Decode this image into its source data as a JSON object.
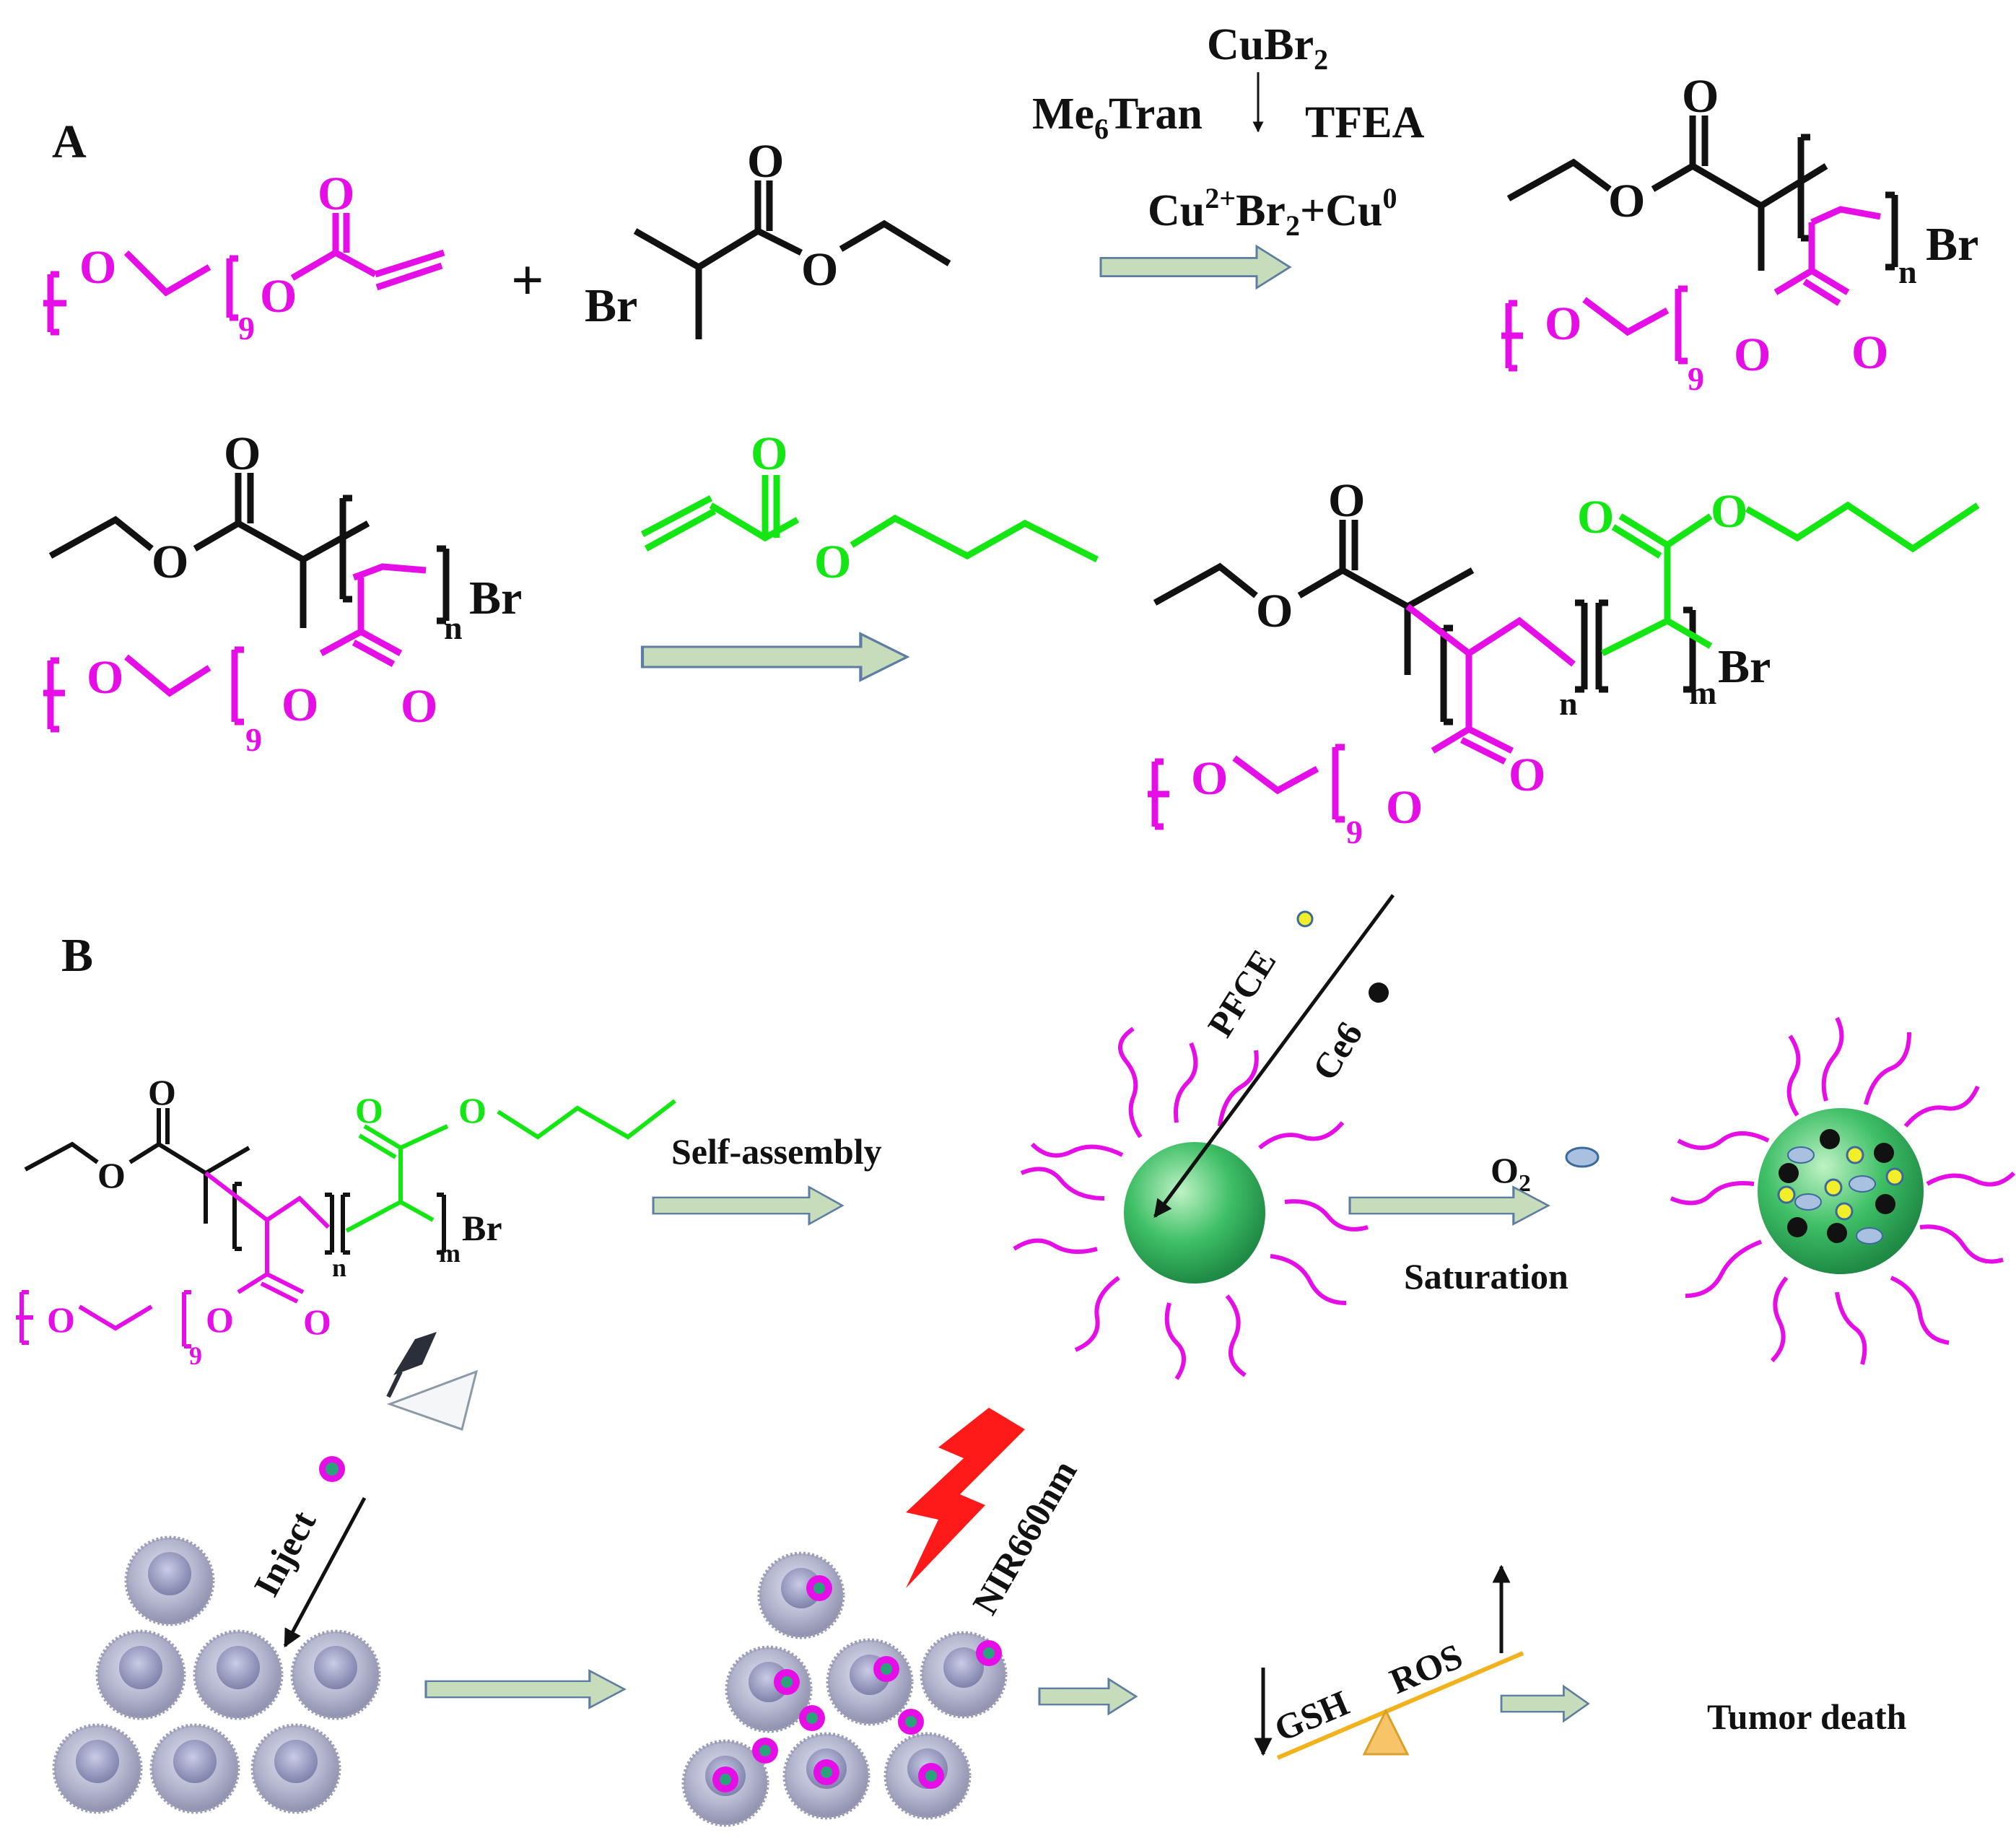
{
  "colors": {
    "peg": "#e60ee6",
    "butyl": "#14e614",
    "black": "#111111",
    "arrow_fill": "#c6dcba",
    "arrow_stroke": "#5d7da3",
    "core_green": "#2fb05a",
    "cell_gray": "#a5a7c3",
    "bolt_red": "#ff1a1a",
    "balance_orange": "#f2b21d",
    "pfce_yellow": "#f2ef2a",
    "o2_blue": "#aac0e0"
  },
  "panels": {
    "a": "A",
    "b": "B"
  },
  "atoms": {
    "o": "O",
    "br": "Br",
    "n": "n",
    "m": "m",
    "peg_repeat": "9"
  },
  "reagents": {
    "cubr2": "CuBr",
    "cubr2_sub": "2",
    "ligand": "Me",
    "ligand_sub": "6",
    "ligand_rest": "Tran",
    "solvent": "TFEA",
    "cu_ion": "Cu",
    "cu_ion_sup": "2+",
    "cu_mid": "Br",
    "cu_mid_sub": "2",
    "cu_end": "+Cu",
    "cu_end_sup": "0"
  },
  "plus": "+",
  "labels": {
    "self_assembly": "Self-assembly",
    "pfce": "PFCE",
    "ce6": "Ce6",
    "o2": "O",
    "o2_sub": "2",
    "saturation": "Saturation",
    "inject": "Inject",
    "nir": "NIR660nm",
    "gsh": "GSH",
    "ros": "ROS",
    "tumor_death": "Tumor death"
  }
}
